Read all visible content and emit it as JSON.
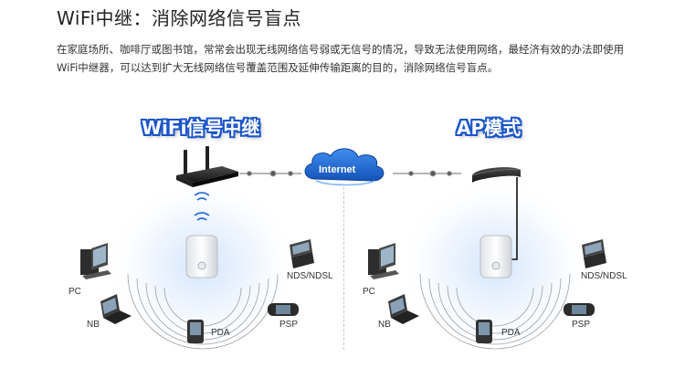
{
  "header": {
    "title": "WiFi中继：消除网络信号盲点",
    "intro": "在家庭场所、咖啡厅或图书馆，常常会出现无线网络信号弱或无信号的情况，导致无法使用网络，最经济有效的办法即使用WiFi中继器，可以达到扩大无线网络信号覆盖范围及延伸传输距离的目的，消除网络信号盲点。"
  },
  "left_panel": {
    "title": "WiFi信号中继",
    "devices": {
      "pc": "PC",
      "nb": "NB",
      "pda": "PDA",
      "nds": "NDS/NDSL",
      "psp": "PSP"
    }
  },
  "right_panel": {
    "title": "AP模式",
    "devices": {
      "pc": "PC",
      "nb": "NB",
      "pda": "PDA",
      "nds": "NDS/NDSL",
      "psp": "PSP"
    }
  },
  "cloud": {
    "label": "Internet"
  },
  "colors": {
    "title_fill": "#ffffff",
    "title_outline": "#1a55c9",
    "cloud": "#1d6fd6",
    "glow": "#cfe3fb"
  }
}
